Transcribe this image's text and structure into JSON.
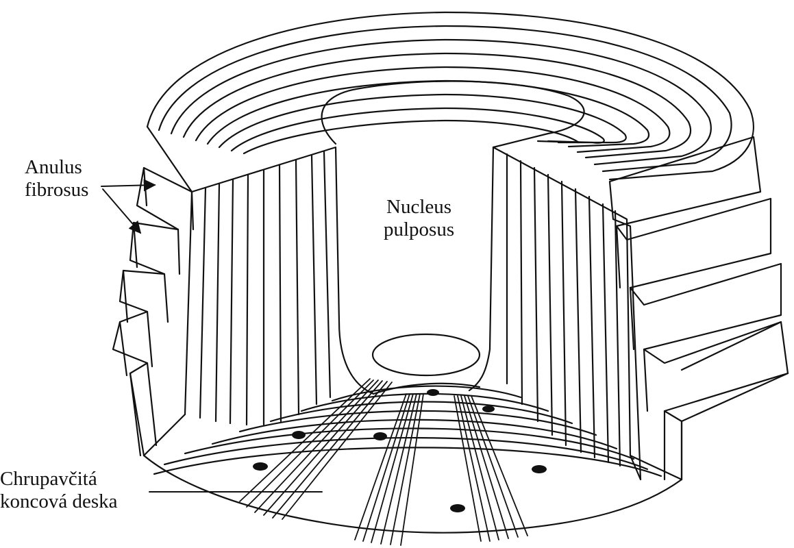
{
  "labels": {
    "anulus_fibrosus": {
      "line1": "Anulus",
      "line2": "fibrosus"
    },
    "nucleus_pulposus": {
      "line1": "Nucleus",
      "line2": "pulposus"
    },
    "cartilage_endplate": {
      "line1": "Chrupavčitá",
      "line2": "koncová deska"
    }
  },
  "colors": {
    "stroke": "#111111",
    "fill": "#ffffff"
  }
}
